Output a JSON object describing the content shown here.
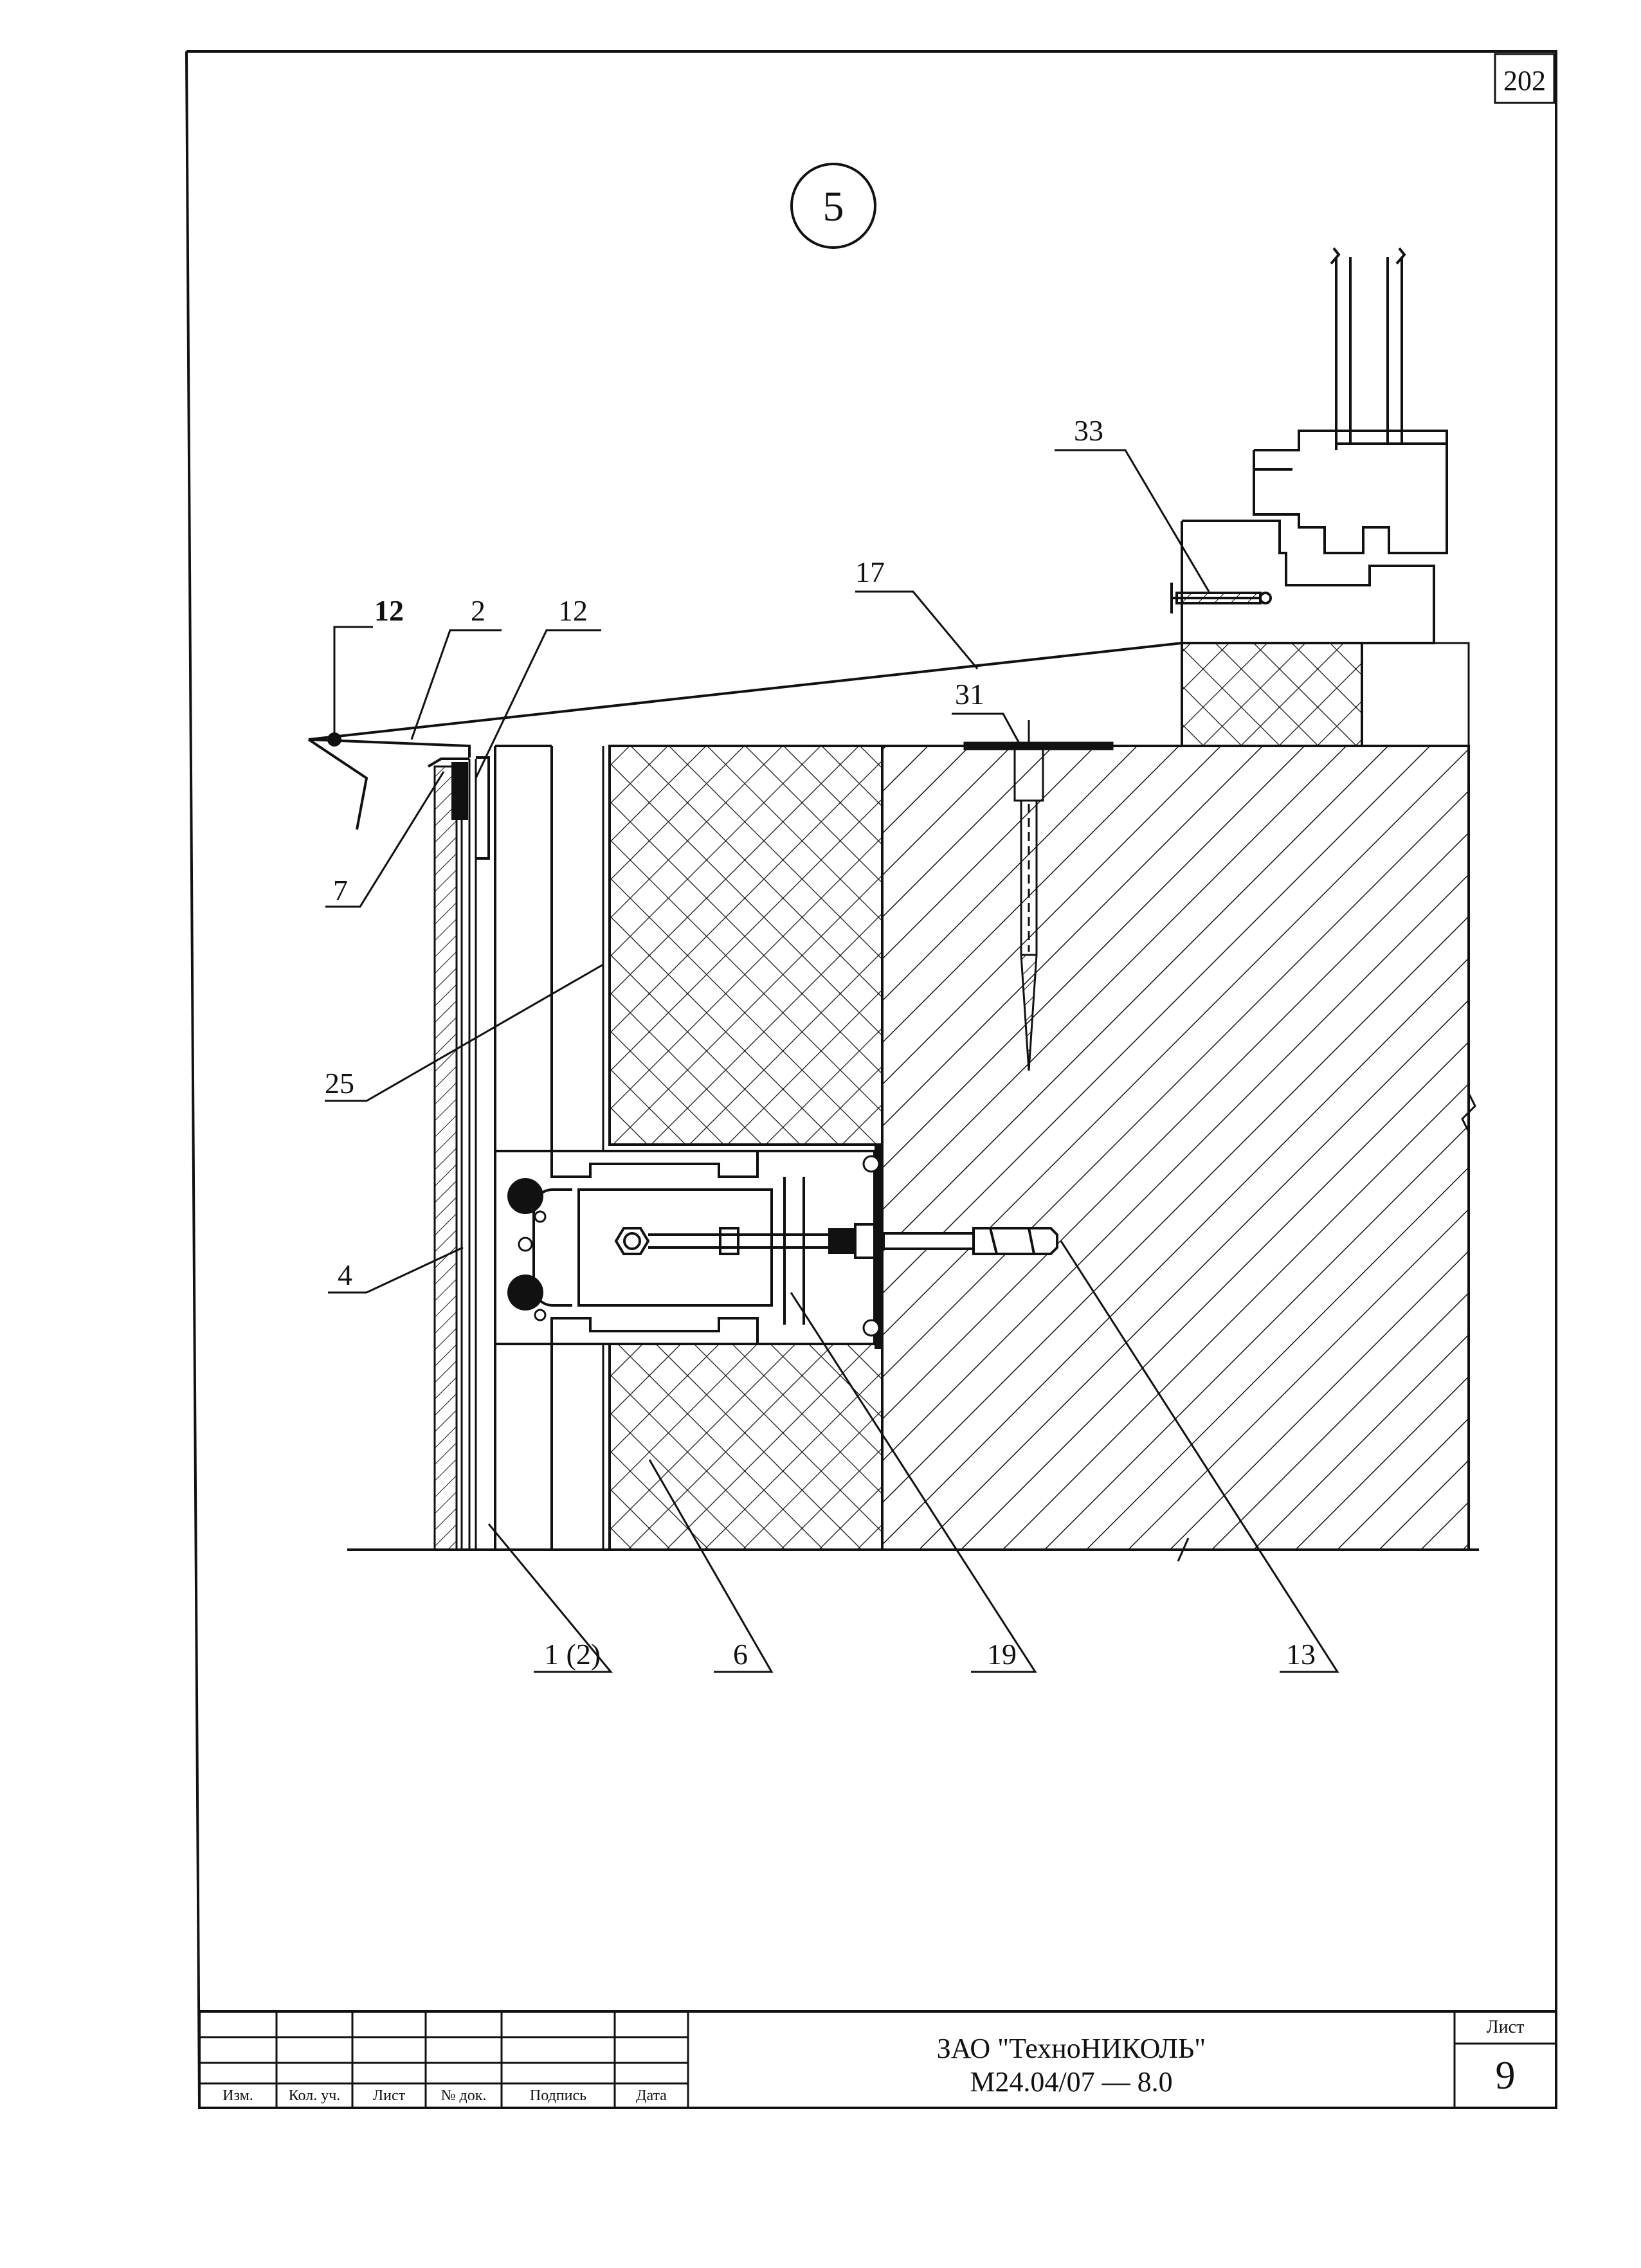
{
  "sheet_number_corner": "202",
  "detail_marker": "5",
  "callouts": {
    "c12_left": "12",
    "c2": "2",
    "c12_right": "12",
    "c17": "17",
    "c31": "31",
    "c33": "33",
    "c7": "7",
    "c25": "25",
    "c4": "4",
    "c1_2": "1 (2)",
    "c6": "6",
    "c19": "19",
    "c13": "13"
  },
  "title_block": {
    "col_izm": "Изм.",
    "col_kol": "Кол. уч.",
    "col_list": "Лист",
    "col_ndok": "№ док.",
    "col_podpis": "Подпись",
    "col_data": "Дата",
    "company": "ЗАО \"ТехноНИКОЛЬ\"",
    "code": "М24.04/07  —  8.0",
    "sheet_label": "Лист",
    "sheet_value": "9"
  }
}
